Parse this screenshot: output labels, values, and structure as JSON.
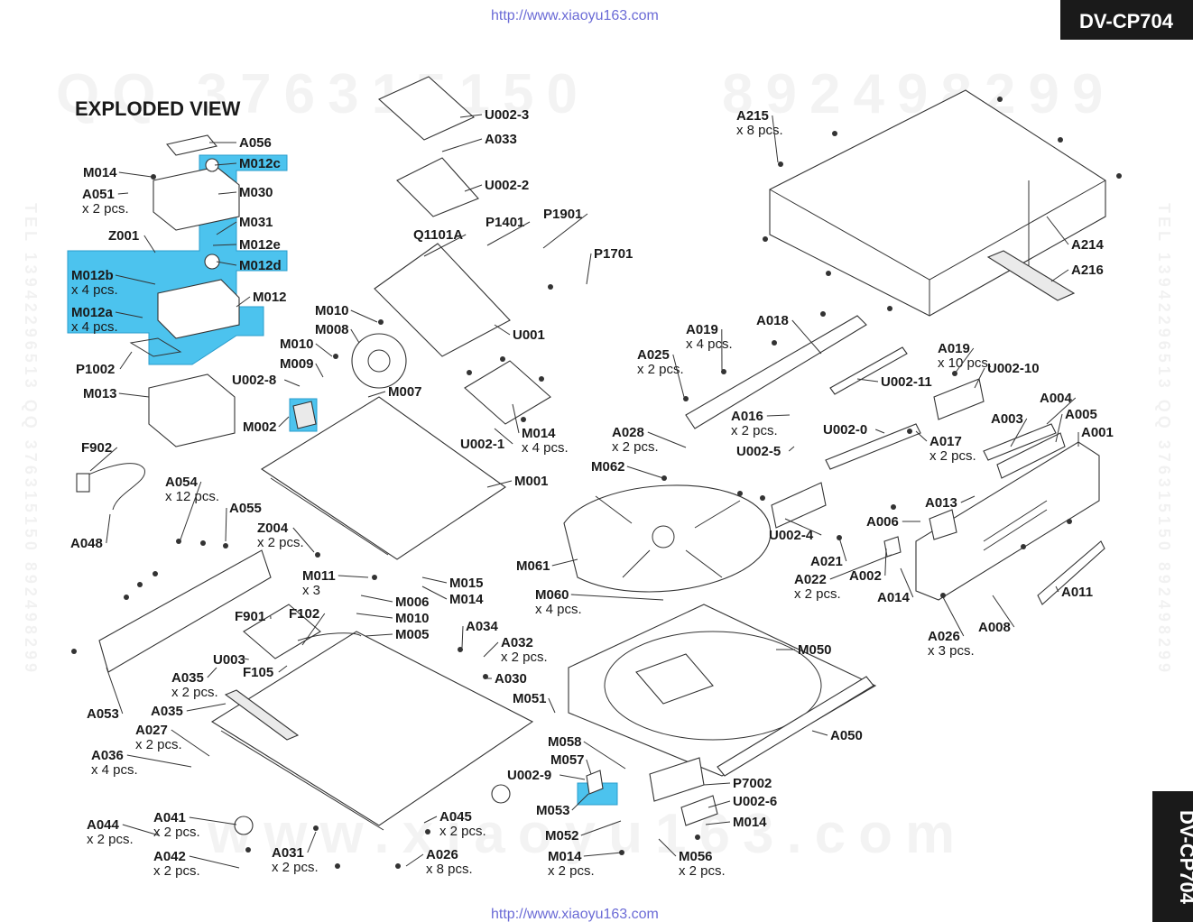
{
  "header": {
    "url_top": "http://www.xiaoyu163.com",
    "url_bottom": "http://www.xiaoyu163.com",
    "model_badge": "DV-CP704",
    "model_badge_side": "DV-CP704"
  },
  "title": "EXPLODED VIEW",
  "watermarks": {
    "qq": "QQ 376315150",
    "phone": "892498299",
    "bottom": "www.xiaoyu163.com",
    "side_left": "TEL 13942296513 QQ 376315150 892498299",
    "side_right": "TEL 13942296513 QQ 376315150 892498299"
  },
  "colors": {
    "highlight": "#4cc3ee",
    "badge": "#1a1a1a",
    "url": "#6b6bd6",
    "line": "#333333"
  },
  "labels": [
    {
      "id": "A056",
      "text": "A056"
    },
    {
      "id": "M012c",
      "text": "M012c"
    },
    {
      "id": "M014_a",
      "text": "M014"
    },
    {
      "id": "M030",
      "text": "M030"
    },
    {
      "id": "A051",
      "text": "A051",
      "qty": "x 2 pcs."
    },
    {
      "id": "M031",
      "text": "M031"
    },
    {
      "id": "Z001",
      "text": "Z001"
    },
    {
      "id": "M012e",
      "text": "M012e"
    },
    {
      "id": "M012d",
      "text": "M012d"
    },
    {
      "id": "M012b",
      "text": "M012b",
      "qty": "x 4 pcs."
    },
    {
      "id": "M012",
      "text": "M012"
    },
    {
      "id": "M012a",
      "text": "M012a",
      "qty": "x 4 pcs."
    },
    {
      "id": "P1002",
      "text": "P1002"
    },
    {
      "id": "M013",
      "text": "M013"
    },
    {
      "id": "U002-3",
      "text": "U002-3"
    },
    {
      "id": "A033",
      "text": "A033"
    },
    {
      "id": "U002-2",
      "text": "U002-2"
    },
    {
      "id": "P1901",
      "text": "P1901"
    },
    {
      "id": "P1401",
      "text": "P1401"
    },
    {
      "id": "Q1101A",
      "text": "Q1101A"
    },
    {
      "id": "P1701",
      "text": "P1701"
    },
    {
      "id": "M010_a",
      "text": "M010"
    },
    {
      "id": "M008",
      "text": "M008"
    },
    {
      "id": "U001",
      "text": "U001"
    },
    {
      "id": "M010_b",
      "text": "M010"
    },
    {
      "id": "M009",
      "text": "M009"
    },
    {
      "id": "U002-8",
      "text": "U002-8"
    },
    {
      "id": "M007",
      "text": "M007"
    },
    {
      "id": "M002",
      "text": "M002"
    },
    {
      "id": "U002-1",
      "text": "U002-1"
    },
    {
      "id": "M014_b",
      "text": "M014",
      "qty": "x 4 pcs."
    },
    {
      "id": "F902",
      "text": "F902"
    },
    {
      "id": "A054",
      "text": "A054",
      "qty": "x 12 pcs."
    },
    {
      "id": "M001",
      "text": "M001"
    },
    {
      "id": "A055",
      "text": "A055"
    },
    {
      "id": "A048",
      "text": "A048"
    },
    {
      "id": "Z004",
      "text": "Z004",
      "qty": "x 2 pcs."
    },
    {
      "id": "M011",
      "text": "M011",
      "qty": "x 3"
    },
    {
      "id": "M015",
      "text": "M015"
    },
    {
      "id": "M014_c",
      "text": "M014"
    },
    {
      "id": "M006",
      "text": "M006"
    },
    {
      "id": "F901",
      "text": "F901"
    },
    {
      "id": "F102",
      "text": "F102"
    },
    {
      "id": "M010_c",
      "text": "M010"
    },
    {
      "id": "M005",
      "text": "M005"
    },
    {
      "id": "U003",
      "text": "U003"
    },
    {
      "id": "F105",
      "text": "F105"
    },
    {
      "id": "A035_a",
      "text": "A035",
      "qty": "x 2 pcs."
    },
    {
      "id": "A053",
      "text": "A053"
    },
    {
      "id": "A035_b",
      "text": "A035"
    },
    {
      "id": "A027",
      "text": "A027",
      "qty": "x 2 pcs."
    },
    {
      "id": "A036",
      "text": "A036",
      "qty": "x 4 pcs."
    },
    {
      "id": "A041",
      "text": "A041",
      "qty": "x 2 pcs."
    },
    {
      "id": "A044",
      "text": "A044",
      "qty": "x 2 pcs."
    },
    {
      "id": "A042",
      "text": "A042",
      "qty": "x 2 pcs."
    },
    {
      "id": "A031",
      "text": "A031",
      "qty": "x 2 pcs."
    },
    {
      "id": "A034",
      "text": "A034"
    },
    {
      "id": "A032",
      "text": "A032",
      "qty": "x 2 pcs."
    },
    {
      "id": "A030",
      "text": "A030"
    },
    {
      "id": "A045",
      "text": "A045",
      "qty": "x 2 pcs."
    },
    {
      "id": "A026_a",
      "text": "A026",
      "qty": "x 8 pcs."
    },
    {
      "id": "A215",
      "text": "A215",
      "qty": "x 8 pcs."
    },
    {
      "id": "A214",
      "text": "A214"
    },
    {
      "id": "A216",
      "text": "A216"
    },
    {
      "id": "A018",
      "text": "A018"
    },
    {
      "id": "A019_a",
      "text": "A019",
      "qty": "x 4 pcs."
    },
    {
      "id": "A025",
      "text": "A025",
      "qty": "x 2 pcs."
    },
    {
      "id": "U002-11",
      "text": "U002-11"
    },
    {
      "id": "A019_b",
      "text": "A019",
      "qty": "x 10 pcs."
    },
    {
      "id": "U002-10",
      "text": "U002-10"
    },
    {
      "id": "A004",
      "text": "A004"
    },
    {
      "id": "A016",
      "text": "A016",
      "qty": "x 2 pcs."
    },
    {
      "id": "A028",
      "text": "A028",
      "qty": "x 2 pcs."
    },
    {
      "id": "U002-0",
      "text": "U002-0"
    },
    {
      "id": "A003",
      "text": "A003"
    },
    {
      "id": "A005",
      "text": "A005"
    },
    {
      "id": "U002-5",
      "text": "U002-5"
    },
    {
      "id": "A017",
      "text": "A017",
      "qty": "x 2 pcs."
    },
    {
      "id": "A001",
      "text": "A001"
    },
    {
      "id": "M062",
      "text": "M062"
    },
    {
      "id": "A013",
      "text": "A013"
    },
    {
      "id": "A006",
      "text": "A006"
    },
    {
      "id": "U002-4",
      "text": "U002-4"
    },
    {
      "id": "A021",
      "text": "A021"
    },
    {
      "id": "M061",
      "text": "M061"
    },
    {
      "id": "A022",
      "text": "A022",
      "qty": "x 2 pcs."
    },
    {
      "id": "A002",
      "text": "A002"
    },
    {
      "id": "A014",
      "text": "A014"
    },
    {
      "id": "A011",
      "text": "A011"
    },
    {
      "id": "M060",
      "text": "M060",
      "qty": "x 4 pcs."
    },
    {
      "id": "A008",
      "text": "A008"
    },
    {
      "id": "A026_b",
      "text": "A026",
      "qty": "x 3 pcs."
    },
    {
      "id": "M050",
      "text": "M050"
    },
    {
      "id": "M051",
      "text": "M051"
    },
    {
      "id": "A050",
      "text": "A050"
    },
    {
      "id": "M058",
      "text": "M058"
    },
    {
      "id": "M057",
      "text": "M057"
    },
    {
      "id": "U002-9",
      "text": "U002-9"
    },
    {
      "id": "P7002",
      "text": "P7002"
    },
    {
      "id": "U002-6",
      "text": "U002-6"
    },
    {
      "id": "M053",
      "text": "M053"
    },
    {
      "id": "M014_d",
      "text": "M014"
    },
    {
      "id": "M052",
      "text": "M052"
    },
    {
      "id": "M014_e",
      "text": "M014",
      "qty": "x 2 pcs."
    },
    {
      "id": "M056",
      "text": "M056",
      "qty": "x 2 pcs."
    }
  ]
}
